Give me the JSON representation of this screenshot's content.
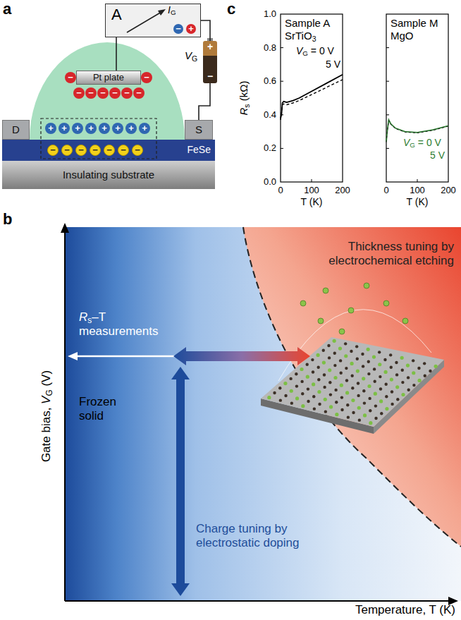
{
  "diagram": {
    "nodes": [
      {
        "text": [
          "A"
        ]
      },
      {
        "text": [
          "−"
        ],
        "in": 0
      },
      {
        "text": [
          "+"
        ],
        "in": 0
      },
      {
        "text": [
          "+",
          "−"
        ]
      },
      {
        "text": [
          "Pt plate"
        ]
      },
      {
        "text": [
          "−"
        ]
      },
      {
        "text": [
          "−"
        ]
      },
      {
        "text": [
          "−"
        ]
      },
      {
        "text": [
          "−"
        ]
      },
      {
        "text": [
          "−"
        ]
      },
      {
        "text": [
          "−"
        ]
      },
      {
        "text": [
          "−"
        ]
      },
      {
        "text": [
          "−"
        ]
      },
      {
        "text": [
          "+"
        ]
      },
      {
        "text": [
          "+"
        ]
      },
      {
        "text": [
          "+"
        ]
      },
      {
        "text": [
          "+"
        ]
      },
      {
        "text": [
          "+"
        ]
      },
      {
        "text": [
          "+"
        ]
      },
      {
        "text": [
          "+"
        ]
      },
      {
        "text": [
          "+"
        ]
      },
      {
        "text": [
          "D"
        ]
      },
      {
        "text": [
          "S"
        ]
      },
      {
        "text": [
          "FeSe"
        ]
      },
      {
        "text": [
          "−"
        ],
        "in": 23
      },
      {
        "text": [
          "−"
        ],
        "in": 23
      },
      {
        "text": [
          "−"
        ],
        "in": 23
      },
      {
        "text": [
          "−"
        ],
        "in": 23
      },
      {
        "text": [
          "−"
        ],
        "in": 23
      },
      {
        "text": [
          "−"
        ],
        "in": 23
      },
      {
        "text": [
          "−"
        ],
        "in": 23
      },
      {
        "text": [
          "Insulating substrate"
        ]
      }
    ],
    "edges": [
      {
        "from": 0,
        "to": 4,
        "arrow": "none"
      },
      {
        "from": 0,
        "to": 3,
        "arrow": "none"
      },
      {
        "from": 3,
        "to": 22,
        "arrow": "none"
      }
    ],
    "labels": [
      "a",
      "IG",
      "VG",
      "c",
      "1.0",
      "0.8",
      "0.6",
      "0.4",
      "0.2",
      "0.0",
      "Rs (kΩ)",
      "Sample A",
      "SrTiO3",
      "VG = 0 V",
      "5 V",
      "0",
      "100",
      "200",
      "T (K)",
      "Sample M",
      "MgO",
      "VG = 0 V",
      "5 V",
      "0",
      "100",
      "200",
      "T (K)",
      "b",
      "Gate bias, VG (V)",
      "Temperature, T (K)",
      "Frozen solid",
      "Rs–T measurements",
      "Charge tuning by electrostatic doping",
      "Thickness tuning by electrochemical etching"
    ]
  }
}
